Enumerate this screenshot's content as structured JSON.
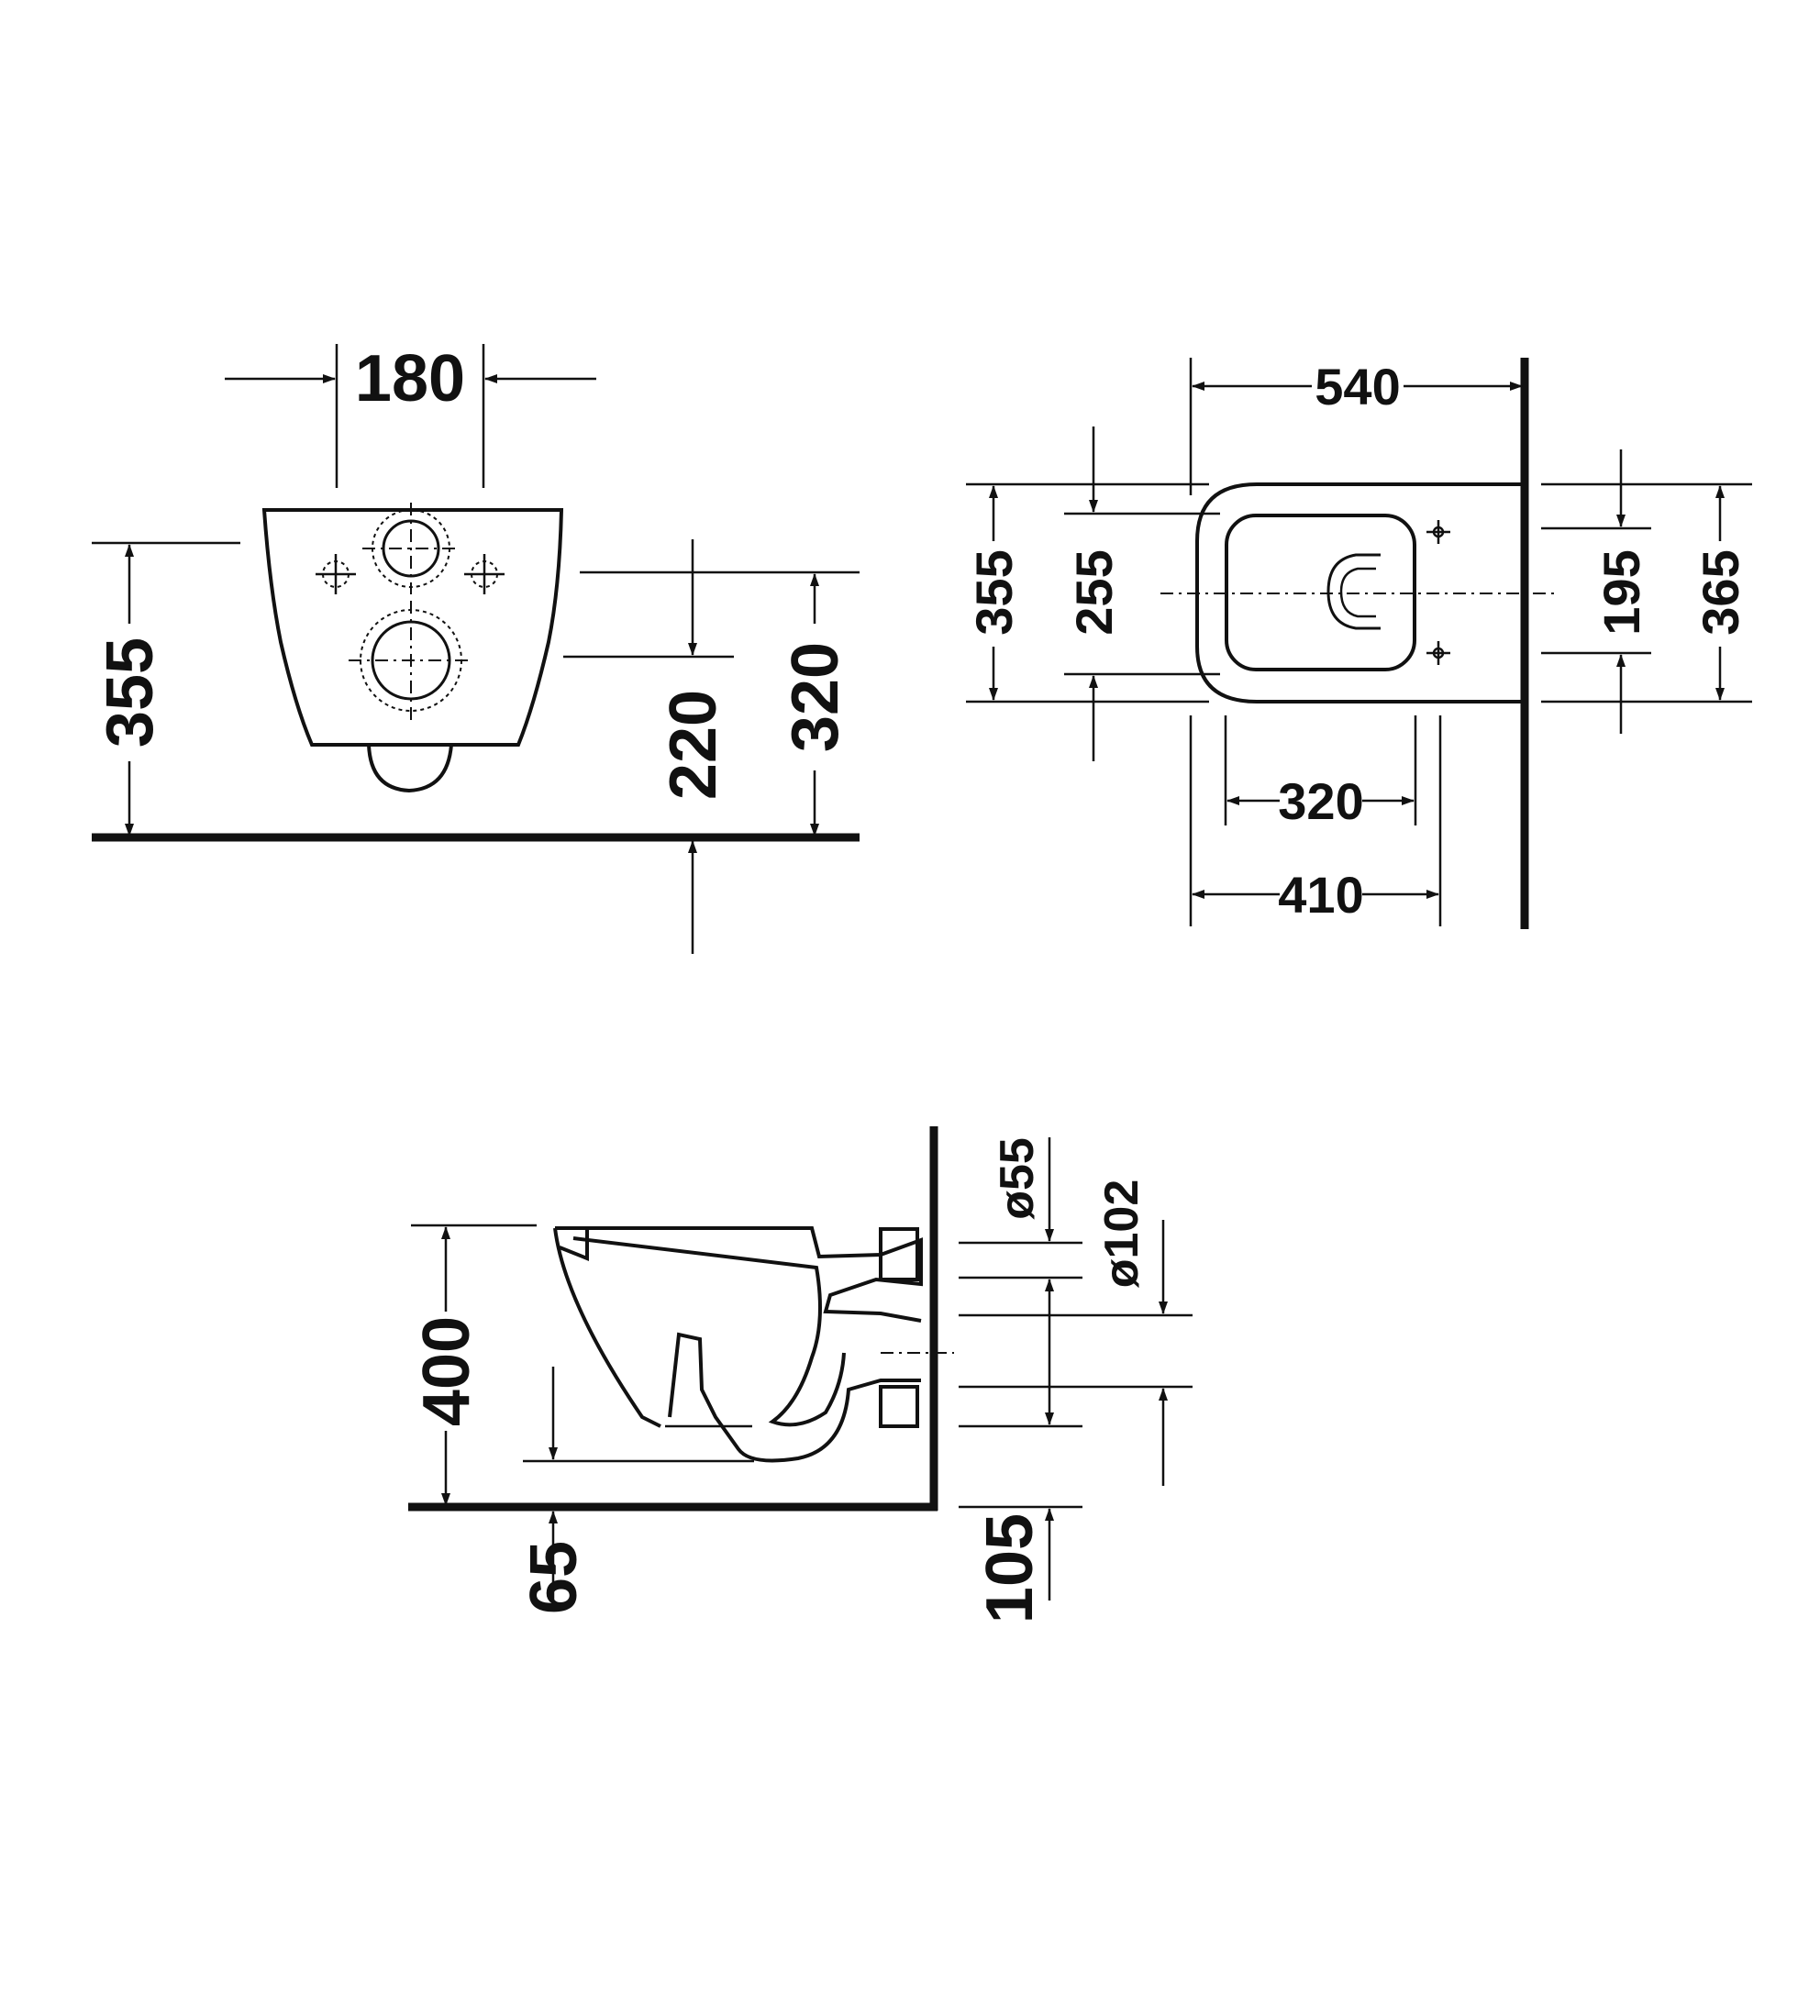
{
  "front_view": {
    "dim_top_width": "180",
    "dim_left_height": "355",
    "dim_mid_height": "220",
    "dim_right_height": "320"
  },
  "plan_view": {
    "dim_depth": "540",
    "dim_outer_left": "355",
    "dim_inner_left": "255",
    "dim_inner_right": "195",
    "dim_outer_right": "365",
    "dim_bottom_inner": "320",
    "dim_bottom_outer": "410"
  },
  "side_view": {
    "dim_height": "400",
    "dim_floor_gap": "65",
    "dim_pipe_small": "ø55",
    "dim_pipe_large": "ø102",
    "dim_pipe_offset": "105"
  }
}
